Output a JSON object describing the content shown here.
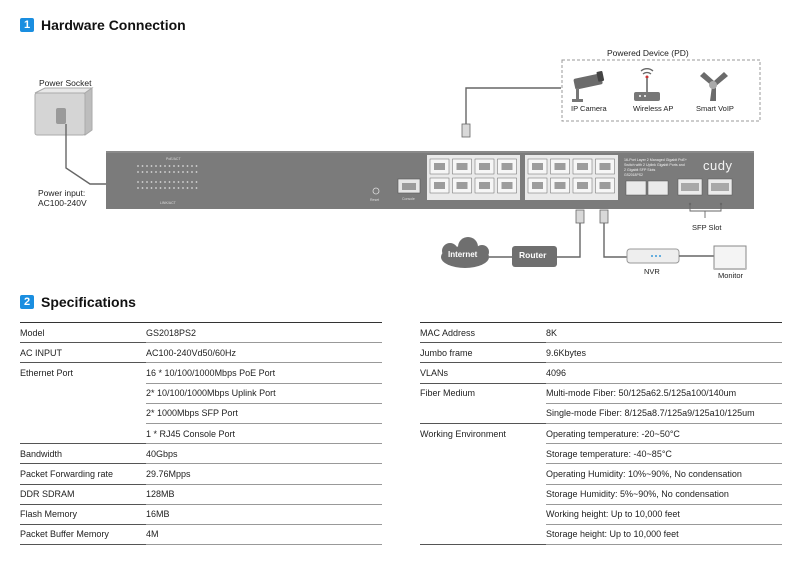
{
  "hardware": {
    "num": "1",
    "title": "Hardware Connection",
    "powered_device_label": "Powered Device (PD)",
    "ip_camera": "IP Camera",
    "wireless_ap": "Wireless AP",
    "smart_voip": "Smart VoIP",
    "power_socket": "Power Socket",
    "power_input_line1": "Power input:",
    "power_input_line2": "AC100-240V",
    "internet": "Internet",
    "router": "Router",
    "nvr": "NVR",
    "monitor": "Monitor",
    "sfp_slot": "SFP Slot",
    "brand": "cudy",
    "switch_desc": "16-Port Layer 2 Managed Gigabit PoE+ Switch with 2 Uplink Gigabit Ports and 2 Gigabit SFP Slots",
    "switch_model": "GS2018PS2",
    "reset_label": "Reset",
    "console_label": "Console"
  },
  "specs": {
    "num": "2",
    "title": "Specifications",
    "left": [
      {
        "key": "Model",
        "value": "GS2018PS2"
      },
      {
        "key": "AC INPUT",
        "value": "AC100-240Vd50/60Hz"
      },
      {
        "key": "Ethernet Port",
        "value": "16 * 10/100/1000Mbps PoE Port"
      },
      {
        "key": "",
        "value": "2* 10/100/1000Mbps Uplink Port"
      },
      {
        "key": "",
        "value": "2* 1000Mbps SFP Port"
      },
      {
        "key": "",
        "value": "1 * RJ45 Console Port"
      },
      {
        "key": "Bandwidth",
        "value": "40Gbps"
      },
      {
        "key": "Packet Forwarding rate",
        "value": "29.76Mpps"
      },
      {
        "key": "DDR SDRAM",
        "value": "128MB"
      },
      {
        "key": "Flash Memory",
        "value": "16MB"
      },
      {
        "key": "Packet Buffer Memory",
        "value": "4M"
      }
    ],
    "right": [
      {
        "key": "MAC Address",
        "value": "8K"
      },
      {
        "key": "Jumbo frame",
        "value": "9.6Kbytes"
      },
      {
        "key": "VLANs",
        "value": "4096"
      },
      {
        "key": "Fiber Medium",
        "value": "Multi-mode Fiber: 50/125a62.5/125a100/140um"
      },
      {
        "key": "",
        "value": "Single-mode Fiber: 8/125a8.7/125a9/125a10/125um"
      },
      {
        "key": "Working Environment",
        "value": "Operating temperature: -20~50°C"
      },
      {
        "key": "",
        "value": "Storage temperature: -40~85°C"
      },
      {
        "key": "",
        "value": "Operating Humidity: 10%~90%, No condensation"
      },
      {
        "key": "",
        "value": "Storage Humidity: 5%~90%, No condensation"
      },
      {
        "key": "",
        "value": "Working height: Up to 10,000 feet"
      },
      {
        "key": "",
        "value": "Storage height: Up to 10,000 feet"
      }
    ]
  }
}
